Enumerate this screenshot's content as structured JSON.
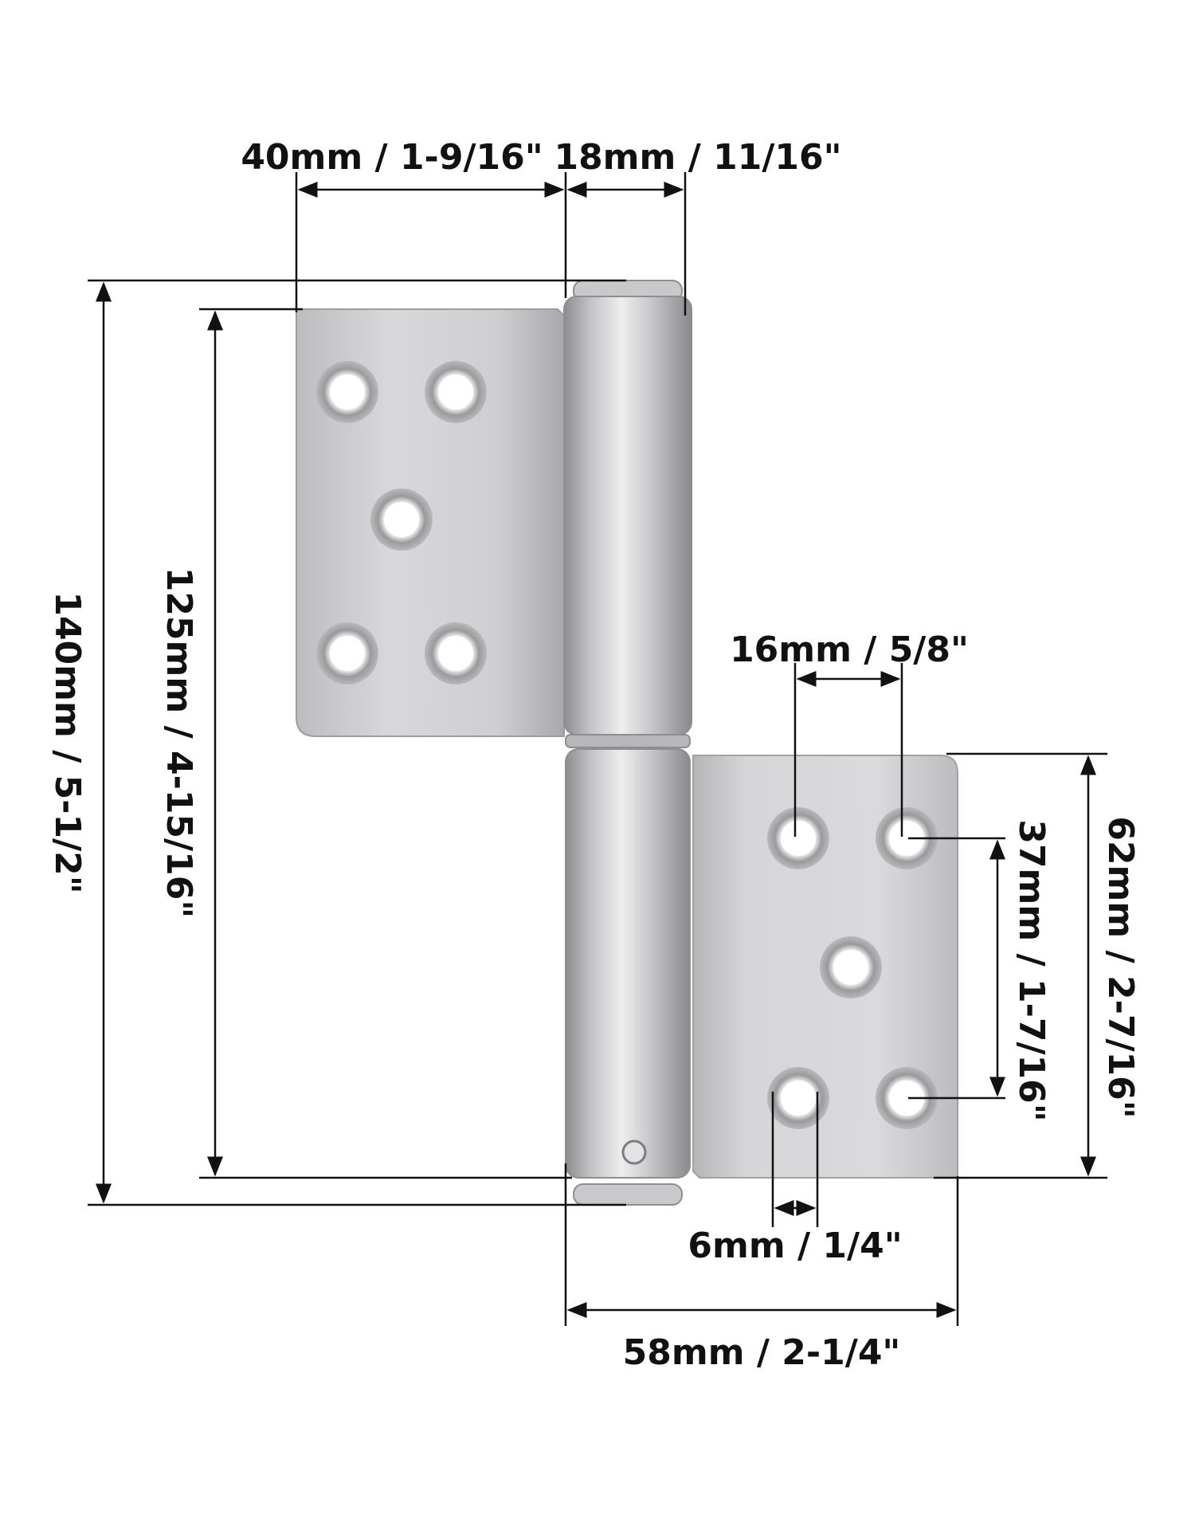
{
  "dimensions": {
    "top_leaf_width": "40mm / 1-9/16\"",
    "knuckle_width": "18mm / 11/16\"",
    "total_height": "140mm / 5-1/2\"",
    "leaf_height": "125mm / 4-15/16\"",
    "hole_spacing_horizontal": "16mm / 5/8\"",
    "hole_spacing_vertical": "37mm / 1-7/16\"",
    "bottom_leaf_height": "62mm / 2-7/16\"",
    "hole_diameter": "6mm / 1/4\"",
    "bottom_total_width": "58mm / 2-1/4\""
  },
  "colors": {
    "plate": "#d4d4d6",
    "plate_dark": "#a9a9ac",
    "dimension_line": "#111111",
    "background": "#ffffff"
  }
}
